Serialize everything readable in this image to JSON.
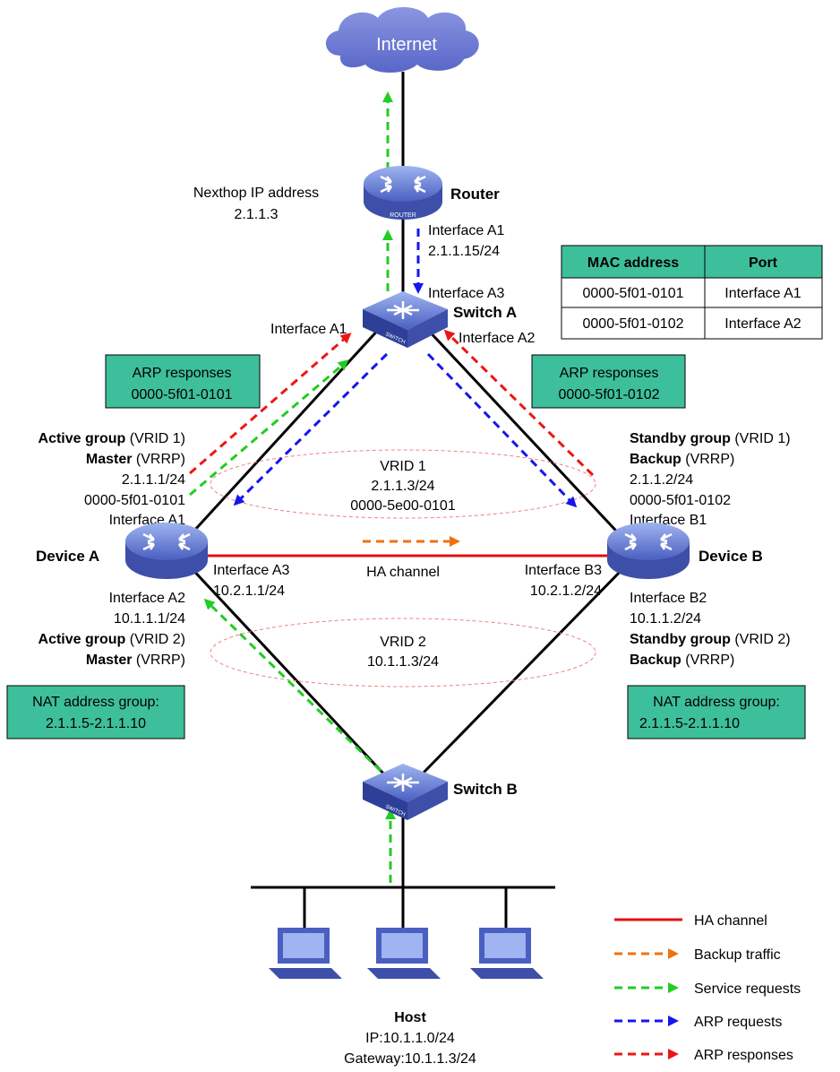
{
  "internet": {
    "label": "Internet"
  },
  "router": {
    "label": "Router",
    "icon_label": "ROUTER",
    "nexthop_title": "Nexthop IP address",
    "nexthop_ip": "2.1.1.3",
    "iface": "Interface A1",
    "iface_ip": "2.1.1.15/24"
  },
  "switch_a": {
    "label": "Switch A",
    "icon_label": "SWITCH",
    "iface_a3": "Interface A3",
    "iface_a1": "Interface A1",
    "iface_a2": "Interface A2"
  },
  "switch_b": {
    "label": "Switch B",
    "icon_label": "SWITCH"
  },
  "mac_table": {
    "headers": [
      "MAC address",
      "Port"
    ],
    "rows": [
      [
        "0000-5f01-0101",
        "Interface A1"
      ],
      [
        "0000-5f01-0102",
        "Interface A2"
      ]
    ]
  },
  "arp_left": {
    "title": "ARP responses",
    "mac": "0000-5f01-0101"
  },
  "arp_right": {
    "title": "ARP responses",
    "mac": "0000-5f01-0102"
  },
  "device_a": {
    "label": "Device A",
    "active_group": "Active group",
    "vrid1": "(VRID 1)",
    "master": "Master",
    "vrrp": "(VRRP)",
    "ip1": "2.1.1.1/24",
    "mac1": "0000-5f01-0101",
    "iface_a1": "Interface A1",
    "iface_a3": "Interface A3",
    "ip_a3": "10.2.1.1/24",
    "iface_a2": "Interface A2",
    "ip_a2": "10.1.1.1/24",
    "active_group2": "Active group",
    "vrid2": "(VRID 2)",
    "master2": "Master",
    "vrrp2": "(VRRP)"
  },
  "device_b": {
    "label": "Device B",
    "standby_group": "Standby group",
    "vrid1": "(VRID 1)",
    "backup": "Backup",
    "vrrp": "(VRRP)",
    "ip1": "2.1.1.2/24",
    "mac1": "0000-5f01-0102",
    "iface_b1": "Interface B1",
    "iface_b3": "Interface B3",
    "ip_b3": "10.2.1.2/24",
    "iface_b2": "Interface B2",
    "ip_b2": "10.1.1.2/24",
    "standby_group2": "Standby group",
    "vrid2": "(VRID 2)",
    "backup2": "Backup",
    "vrrp2": "(VRRP)"
  },
  "vrid1": {
    "title": "VRID 1",
    "ip": "2.1.1.3/24",
    "mac": "0000-5e00-0101"
  },
  "vrid2": {
    "title": "VRID 2",
    "ip": "10.1.1.3/24"
  },
  "ha": {
    "label": "HA channel"
  },
  "nat_left": {
    "title": "NAT address group:",
    "range": "2.1.1.5-2.1.1.10"
  },
  "nat_right": {
    "title": "NAT address group:",
    "range": "2.1.1.5-2.1.1.10"
  },
  "host": {
    "label": "Host",
    "ip": "IP:10.1.1.0/24",
    "gateway": "Gateway:10.1.1.3/24"
  },
  "legend": {
    "items": [
      {
        "label": "HA channel",
        "color": "#e01010",
        "style": "solid"
      },
      {
        "label": "Backup traffic",
        "color": "#f07010",
        "style": "dashed-arrow"
      },
      {
        "label": "Service requests",
        "color": "#22cc22",
        "style": "dashed-arrow"
      },
      {
        "label": "ARP requests",
        "color": "#1515ee",
        "style": "dashed-arrow"
      },
      {
        "label": "ARP responses",
        "color": "#ee1515",
        "style": "dashed-arrow"
      }
    ]
  }
}
